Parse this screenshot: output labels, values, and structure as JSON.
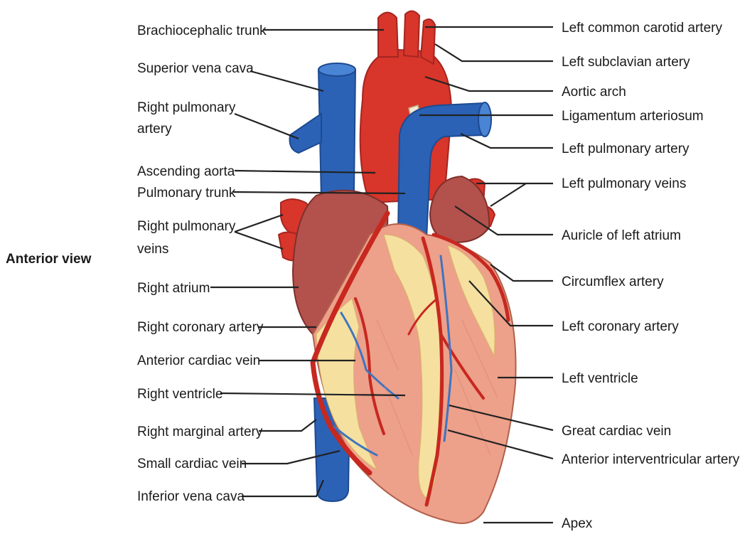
{
  "view_label": "Anterior view",
  "colors": {
    "artery_red": "#d8352b",
    "vein_blue": "#2b62b6",
    "muscle_pink": "#eda08a",
    "atrium_brown": "#b3514c",
    "fat_yellow": "#f5e0a0"
  },
  "left_labels": {
    "brachiocephalic_trunk": "Brachiocephalic trunk",
    "superior_vena_cava": "Superior vena cava",
    "right_pulmonary_artery_1": "Right pulmonary",
    "right_pulmonary_artery_2": "artery",
    "ascending_aorta": "Ascending aorta",
    "pulmonary_trunk": "Pulmonary trunk",
    "right_pulmonary_veins_1": "Right pulmonary",
    "right_pulmonary_veins_2": "veins",
    "right_atrium": "Right atrium",
    "right_coronary_artery": "Right coronary artery",
    "anterior_cardiac_vein": "Anterior cardiac vein",
    "right_ventricle": "Right ventricle",
    "right_marginal_artery": "Right marginal artery",
    "small_cardiac_vein": "Small cardiac vein",
    "inferior_vena_cava": "Inferior vena cava"
  },
  "right_labels": {
    "left_common_carotid_artery": "Left common carotid artery",
    "left_subclavian_artery": "Left subclavian artery",
    "aortic_arch": "Aortic arch",
    "ligamentum_arteriosum": "Ligamentum arteriosum",
    "left_pulmonary_artery": "Left pulmonary artery",
    "left_pulmonary_veins": "Left pulmonary veins",
    "auricle_of_left_atrium": "Auricle of left atrium",
    "circumflex_artery": "Circumflex artery",
    "left_coronary_artery": "Left coronary artery",
    "left_ventricle": "Left ventricle",
    "great_cardiac_vein": "Great cardiac vein",
    "anterior_interventricular_artery": "Anterior interventricular artery",
    "apex": "Apex"
  }
}
